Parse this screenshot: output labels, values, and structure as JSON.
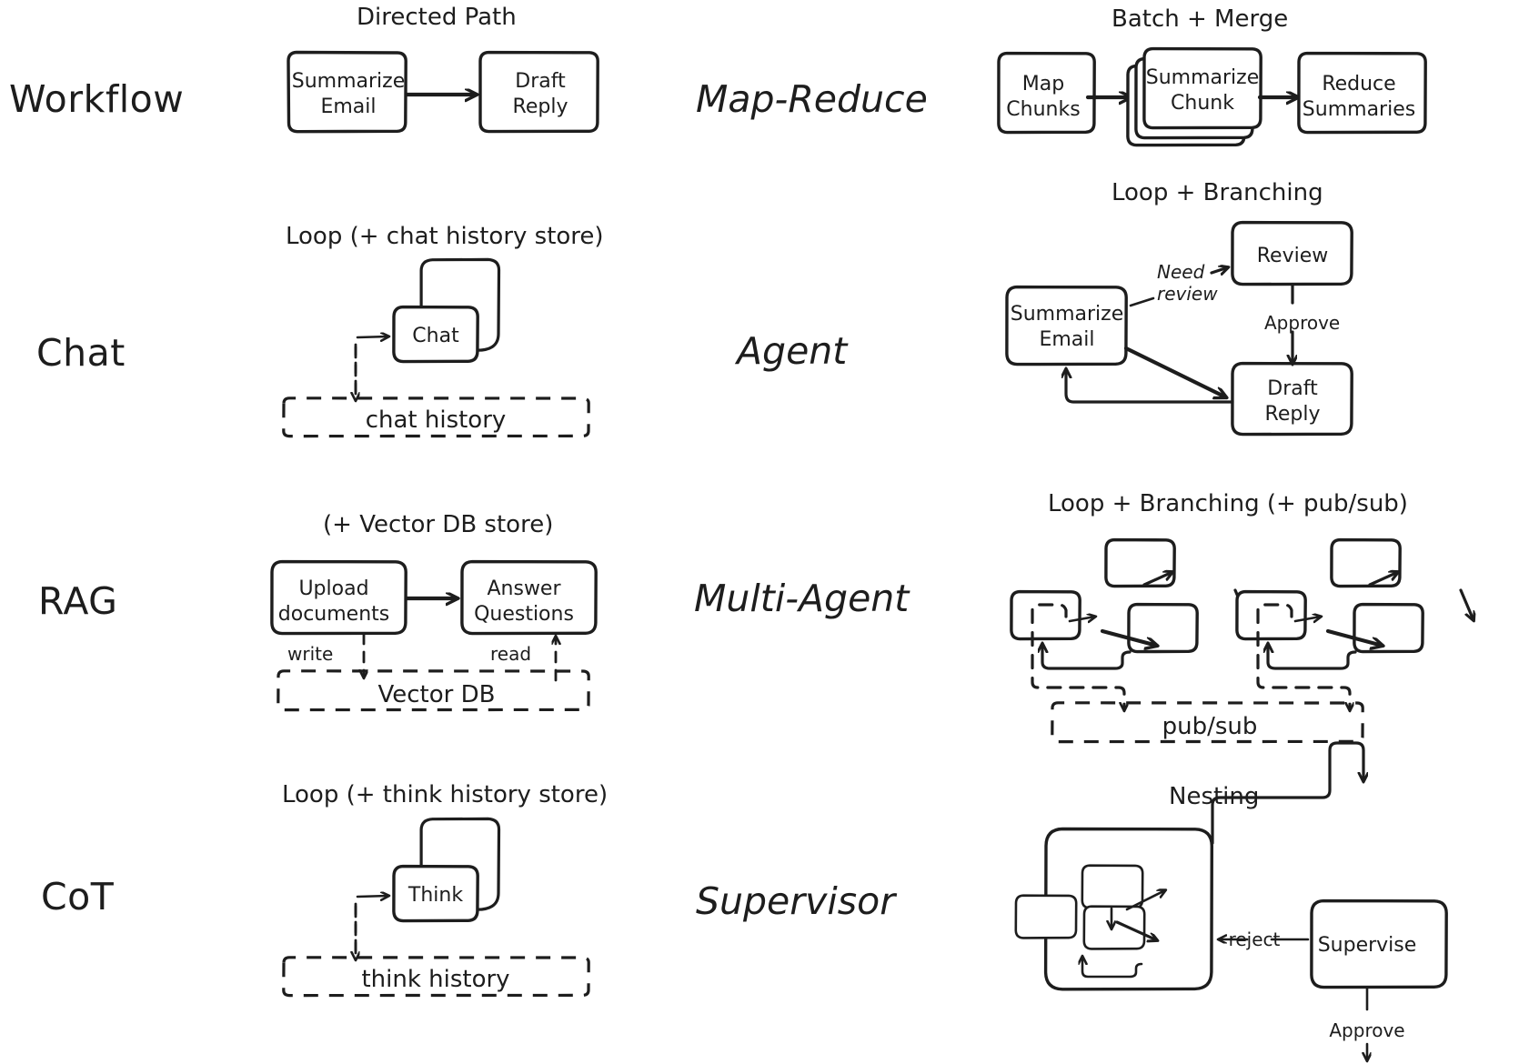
{
  "page": {
    "title": "Agentic Patterns Diagram",
    "background": "#ffffff",
    "ink": "#1d1d1d"
  },
  "rows": [
    {
      "left": {
        "label": "Workflow",
        "caption": "Directed Path",
        "nodes": [
          "Summarize Email",
          "Draft Reply"
        ],
        "store": null,
        "edge_labels": []
      },
      "right": {
        "label": "Map-Reduce",
        "caption": "Batch + Merge",
        "nodes": [
          "Map Chunks",
          "Summarize Chunk",
          "Reduce Summaries"
        ],
        "store": null,
        "edge_labels": []
      }
    },
    {
      "left": {
        "label": "Chat",
        "caption": "Loop (+ chat history store)",
        "nodes": [
          "Chat"
        ],
        "store": "chat history",
        "edge_labels": []
      },
      "right": {
        "label": "Agent",
        "caption": "Loop + Branching",
        "nodes": [
          "Summarize Email",
          "Review",
          "Draft Reply"
        ],
        "store": null,
        "edge_labels": [
          "Need review",
          "Approve"
        ]
      }
    },
    {
      "left": {
        "label": "RAG",
        "caption": "(+ Vector DB store)",
        "nodes": [
          "Upload documents",
          "Answer Questions"
        ],
        "store": "Vector DB",
        "edge_labels": [
          "write",
          "read"
        ]
      },
      "right": {
        "label": "Multi-Agent",
        "caption": "Loop + Branching (+ pub/sub)",
        "nodes": [
          "",
          "",
          "",
          "",
          "",
          ""
        ],
        "store": "pub/sub",
        "edge_labels": []
      }
    },
    {
      "left": {
        "label": "CoT",
        "caption": "Loop (+ think history store)",
        "nodes": [
          "Think"
        ],
        "store": "think history",
        "edge_labels": []
      },
      "right": {
        "label": "Supervisor",
        "caption": "Nesting",
        "nodes": [
          "",
          "",
          "",
          "Supervise"
        ],
        "store": null,
        "edge_labels": [
          "reject",
          "Approve"
        ]
      }
    }
  ],
  "labels": {
    "workflow": "Workflow",
    "chat": "Chat",
    "rag": "RAG",
    "cot": "CoT",
    "map_reduce": "Map-Reduce",
    "agent": "Agent",
    "multi_agent": "Multi-Agent",
    "supervisor": "Supervisor"
  },
  "captions": {
    "directed_path": "Directed Path",
    "batch_merge": "Batch + Merge",
    "loop_chat": "Loop (+ chat history store)",
    "loop_branching": "Loop + Branching",
    "vector_db_store": "(+ Vector DB store)",
    "loop_branching_pubsub": "Loop + Branching (+ pub/sub)",
    "loop_think": "Loop (+ think history store)",
    "nesting": "Nesting"
  },
  "nodes": {
    "summarize_email": "Summarize",
    "summarize_email2": "Email",
    "draft_reply_1": "Draft",
    "draft_reply_2": "Reply",
    "map_chunks_1": "Map",
    "map_chunks_2": "Chunks",
    "summarize_chunk_1": "Summarize",
    "summarize_chunk_2": "Chunk",
    "reduce_summaries_1": "Reduce",
    "reduce_summaries_2": "Summaries",
    "chat": "Chat",
    "think": "Think",
    "review": "Review",
    "agent_summarize_1": "Summarize",
    "agent_summarize_2": "Email",
    "agent_draft_1": "Draft",
    "agent_draft_2": "Reply",
    "upload_1": "Upload",
    "upload_2": "documents",
    "answer_1": "Answer",
    "answer_2": "Questions",
    "supervise": "Supervise"
  },
  "stores": {
    "chat_history": "chat history",
    "think_history": "think history",
    "vector_db": "Vector DB",
    "pubsub": "pub/sub"
  },
  "edges": {
    "need": "Need",
    "review": "review",
    "approve": "Approve",
    "write": "write",
    "read": "read",
    "reject": "reject",
    "approve_sup": "Approve"
  }
}
